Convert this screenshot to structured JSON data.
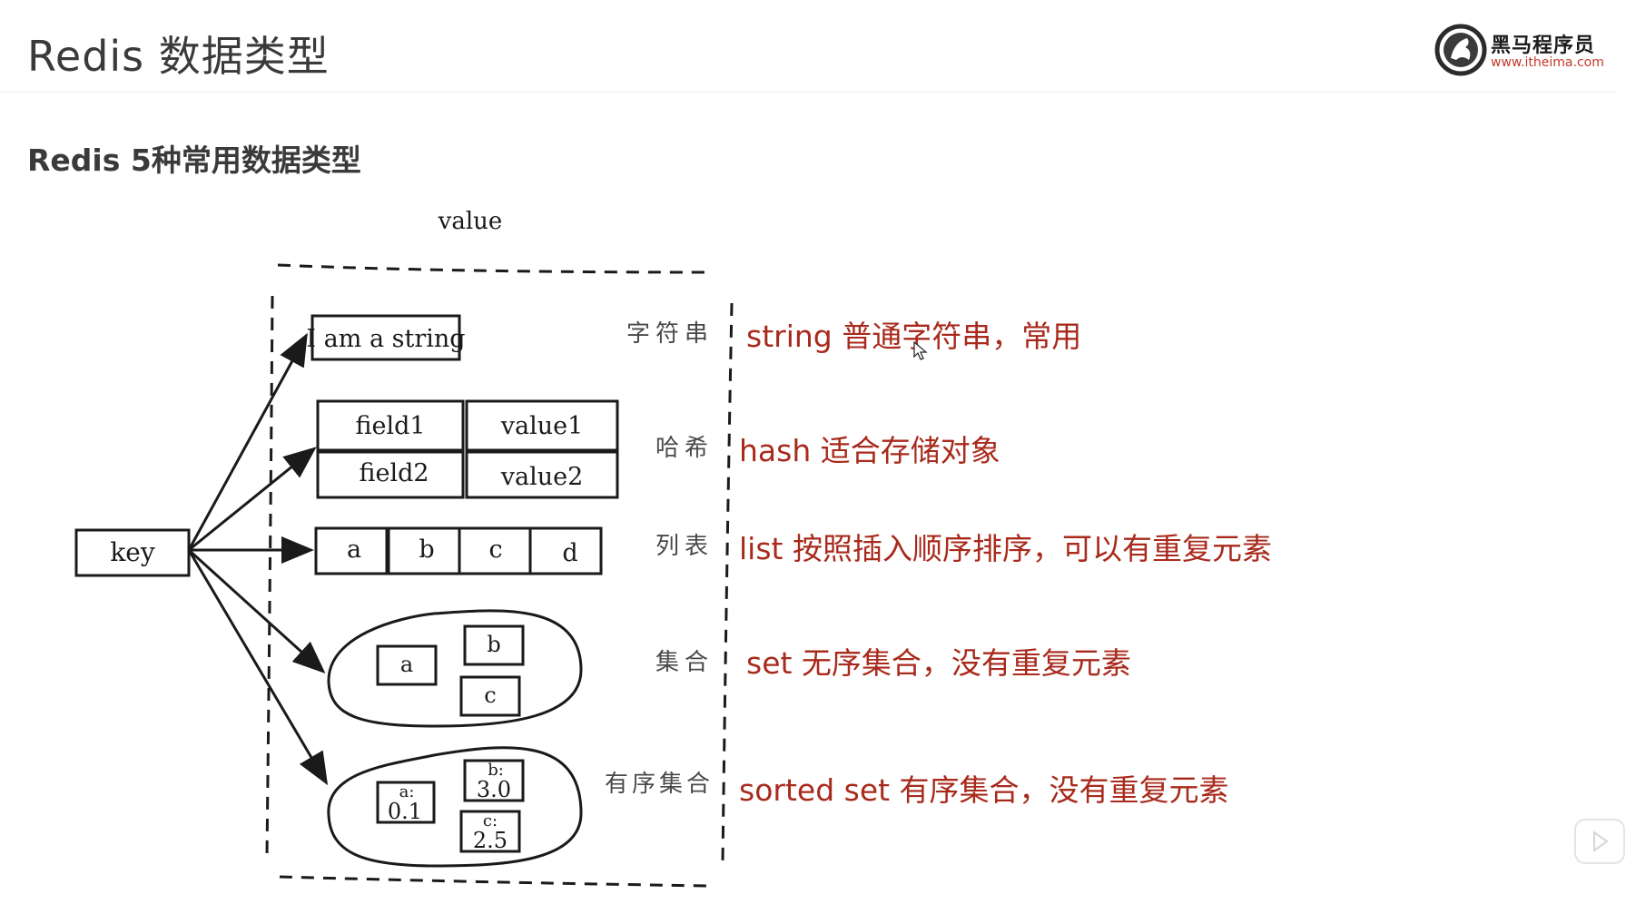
{
  "header": {
    "title": "Redis 数据类型",
    "logo_name": "黑马程序员",
    "logo_url": "www.itheima.com"
  },
  "subtitle": "Redis 5种常用数据类型",
  "diagram": {
    "value_label": "value",
    "key_label": "key",
    "string_example": "I am a string",
    "hash_cells": {
      "field1": "field1",
      "value1": "value1",
      "field2": "field2",
      "value2": "value2"
    },
    "list_items": [
      "a",
      "b",
      "c",
      "d"
    ],
    "set_items": [
      "a",
      "b",
      "c"
    ],
    "zset_items": [
      {
        "member": "a:",
        "score": "0.1"
      },
      {
        "member": "b:",
        "score": "3.0"
      },
      {
        "member": "c:",
        "score": "2.5"
      }
    ],
    "type_labels": {
      "string": "字符串",
      "hash": "哈希",
      "list": "列表",
      "set": "集合",
      "zset": "有序集合"
    }
  },
  "descriptions": {
    "string": "string 普通字符串，常用",
    "hash": "hash 适合存储对象",
    "list": "list 按照插入顺序排序，可以有重复元素",
    "set": "set 无序集合，没有重复元素",
    "zset": "sorted set 有序集合，没有重复元素"
  },
  "colors": {
    "accent_text": "#a82a1c",
    "title_text": "#3a3a3a",
    "sketch": "#1a1a1a"
  }
}
